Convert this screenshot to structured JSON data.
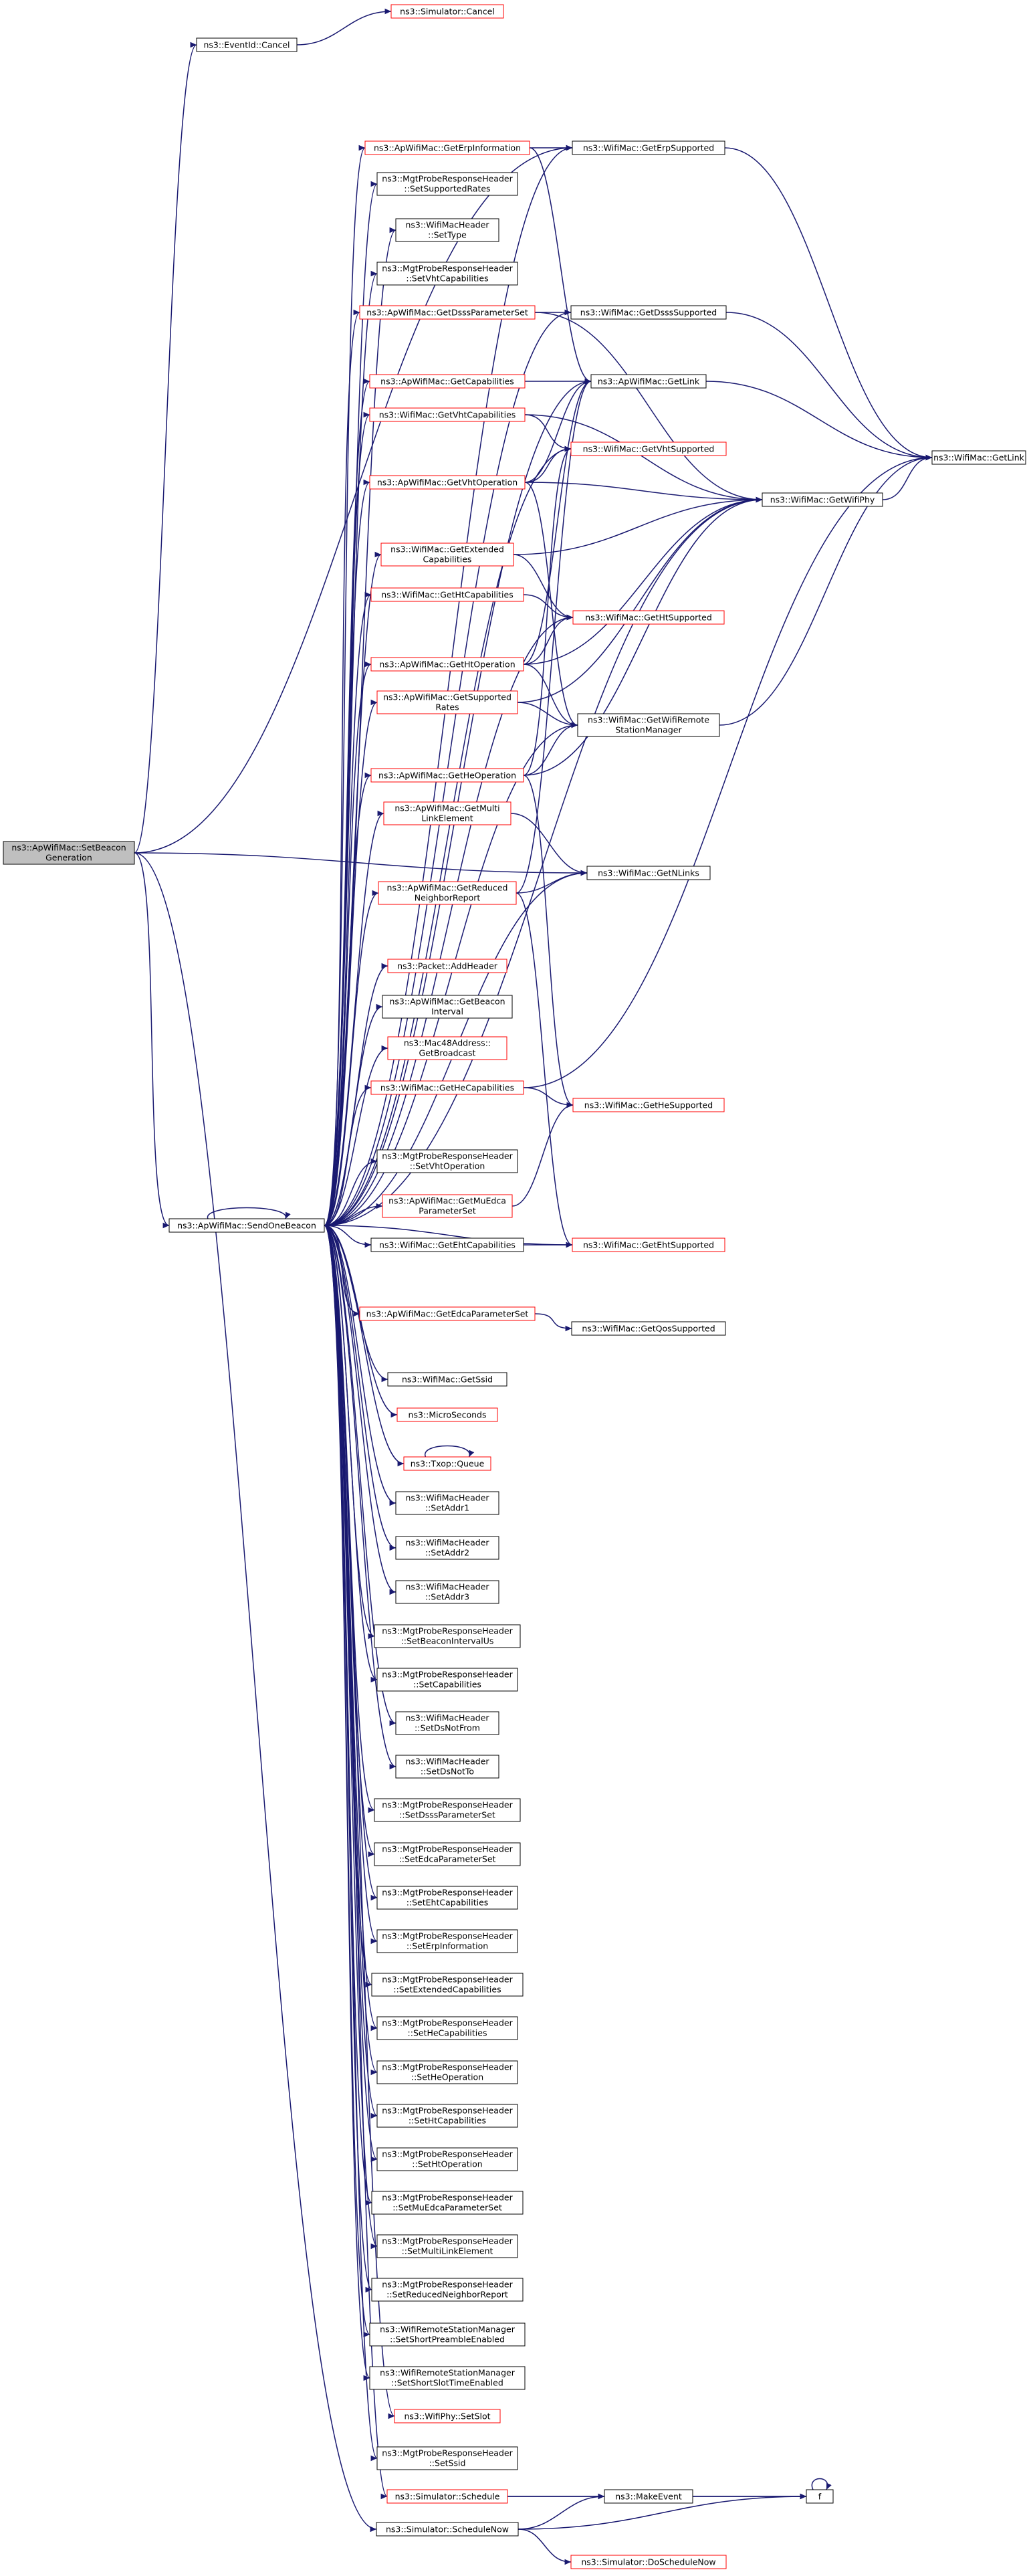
{
  "diagram": {
    "type": "call-graph",
    "colors": {
      "edge": "#191970",
      "node_border_normal": "#000000",
      "node_border_external": "#ff0000",
      "node_fill_normal": "#ffffff",
      "node_fill_root": "#bfbfbf"
    },
    "nodes": [
      {
        "id": "root",
        "lines": [
          "ns3::ApWifiMac::SetBeacon",
          "Generation"
        ],
        "style": "root"
      },
      {
        "id": "eventid_cancel",
        "lines": [
          "ns3::EventId::Cancel"
        ],
        "style": "normal"
      },
      {
        "id": "sim_cancel",
        "lines": [
          "ns3::Simulator::Cancel"
        ],
        "style": "external"
      },
      {
        "id": "send_one_beacon",
        "lines": [
          "ns3::ApWifiMac::SendOneBeacon"
        ],
        "style": "normal"
      },
      {
        "id": "get_erp_information",
        "lines": [
          "ns3::ApWifiMac::GetErpInformation"
        ],
        "style": "external"
      },
      {
        "id": "set_supported_rates",
        "lines": [
          "ns3::MgtProbeResponseHeader",
          "::SetSupportedRates"
        ],
        "style": "normal"
      },
      {
        "id": "settype",
        "lines": [
          "ns3::WifiMacHeader",
          "::SetType"
        ],
        "style": "normal"
      },
      {
        "id": "set_vht_capabilities",
        "lines": [
          "ns3::MgtProbeResponseHeader",
          "::SetVhtCapabilities"
        ],
        "style": "normal"
      },
      {
        "id": "get_dsss_parameter_set",
        "lines": [
          "ns3::ApWifiMac::GetDsssParameterSet"
        ],
        "style": "external"
      },
      {
        "id": "get_capabilities",
        "lines": [
          "ns3::ApWifiMac::GetCapabilities"
        ],
        "style": "external"
      },
      {
        "id": "get_vht_capabilities",
        "lines": [
          "ns3::WifiMac::GetVhtCapabilities"
        ],
        "style": "external"
      },
      {
        "id": "get_vht_operation",
        "lines": [
          "ns3::ApWifiMac::GetVhtOperation"
        ],
        "style": "external"
      },
      {
        "id": "get_extended_capabilities",
        "lines": [
          "ns3::WifiMac::GetExtended",
          "Capabilities"
        ],
        "style": "external"
      },
      {
        "id": "get_ht_capabilities",
        "lines": [
          "ns3::WifiMac::GetHtCapabilities"
        ],
        "style": "external"
      },
      {
        "id": "get_ht_operation",
        "lines": [
          "ns3::ApWifiMac::GetHtOperation"
        ],
        "style": "external"
      },
      {
        "id": "get_supported_rates",
        "lines": [
          "ns3::ApWifiMac::GetSupported",
          "Rates"
        ],
        "style": "external"
      },
      {
        "id": "get_he_operation",
        "lines": [
          "ns3::ApWifiMac::GetHeOperation"
        ],
        "style": "external"
      },
      {
        "id": "get_multi_link_element",
        "lines": [
          "ns3::ApWifiMac::GetMulti",
          "LinkElement"
        ],
        "style": "external"
      },
      {
        "id": "get_reduced_neighbor_report",
        "lines": [
          "ns3::ApWifiMac::GetReduced",
          "NeighborReport"
        ],
        "style": "external"
      },
      {
        "id": "packet_add_header",
        "lines": [
          "ns3::Packet::AddHeader"
        ],
        "style": "external"
      },
      {
        "id": "get_beacon_interval",
        "lines": [
          "ns3::ApWifiMac::GetBeacon",
          "Interval"
        ],
        "style": "normal"
      },
      {
        "id": "get_broadcast",
        "lines": [
          "ns3::Mac48Address::",
          "GetBroadcast"
        ],
        "style": "external"
      },
      {
        "id": "get_he_capabilities",
        "lines": [
          "ns3::WifiMac::GetHeCapabilities"
        ],
        "style": "external"
      },
      {
        "id": "set_vht_operation",
        "lines": [
          "ns3::MgtProbeResponseHeader",
          "::SetVhtOperation"
        ],
        "style": "normal"
      },
      {
        "id": "get_mu_edca_parameter_set",
        "lines": [
          "ns3::ApWifiMac::GetMuEdca",
          "ParameterSet"
        ],
        "style": "external"
      },
      {
        "id": "get_eht_capabilities",
        "lines": [
          "ns3::WifiMac::GetEhtCapabilities"
        ],
        "style": "normal"
      },
      {
        "id": "get_edca_parameter_set",
        "lines": [
          "ns3::ApWifiMac::GetEdcaParameterSet"
        ],
        "style": "external"
      },
      {
        "id": "get_ssid",
        "lines": [
          "ns3::WifiMac::GetSsid"
        ],
        "style": "normal"
      },
      {
        "id": "microseconds",
        "lines": [
          "ns3::MicroSeconds"
        ],
        "style": "external"
      },
      {
        "id": "txop_queue",
        "lines": [
          "ns3::Txop::Queue"
        ],
        "style": "external"
      },
      {
        "id": "set_addr1",
        "lines": [
          "ns3::WifiMacHeader",
          "::SetAddr1"
        ],
        "style": "normal"
      },
      {
        "id": "set_addr2",
        "lines": [
          "ns3::WifiMacHeader",
          "::SetAddr2"
        ],
        "style": "normal"
      },
      {
        "id": "set_addr3",
        "lines": [
          "ns3::WifiMacHeader",
          "::SetAddr3"
        ],
        "style": "normal"
      },
      {
        "id": "set_beacon_interval_us",
        "lines": [
          "ns3::MgtProbeResponseHeader",
          "::SetBeaconIntervalUs"
        ],
        "style": "normal"
      },
      {
        "id": "set_capabilities",
        "lines": [
          "ns3::MgtProbeResponseHeader",
          "::SetCapabilities"
        ],
        "style": "normal"
      },
      {
        "id": "set_ds_not_from",
        "lines": [
          "ns3::WifiMacHeader",
          "::SetDsNotFrom"
        ],
        "style": "normal"
      },
      {
        "id": "set_ds_not_to",
        "lines": [
          "ns3::WifiMacHeader",
          "::SetDsNotTo"
        ],
        "style": "normal"
      },
      {
        "id": "set_dsss_parameter_set",
        "lines": [
          "ns3::MgtProbeResponseHeader",
          "::SetDsssParameterSet"
        ],
        "style": "normal"
      },
      {
        "id": "set_edca_parameter_set",
        "lines": [
          "ns3::MgtProbeResponseHeader",
          "::SetEdcaParameterSet"
        ],
        "style": "normal"
      },
      {
        "id": "set_eht_capabilities",
        "lines": [
          "ns3::MgtProbeResponseHeader",
          "::SetEhtCapabilities"
        ],
        "style": "normal"
      },
      {
        "id": "set_erp_information",
        "lines": [
          "ns3::MgtProbeResponseHeader",
          "::SetErpInformation"
        ],
        "style": "normal"
      },
      {
        "id": "set_extended_capabilities",
        "lines": [
          "ns3::MgtProbeResponseHeader",
          "::SetExtendedCapabilities"
        ],
        "style": "normal"
      },
      {
        "id": "set_he_capabilities",
        "lines": [
          "ns3::MgtProbeResponseHeader",
          "::SetHeCapabilities"
        ],
        "style": "normal"
      },
      {
        "id": "set_he_operation",
        "lines": [
          "ns3::MgtProbeResponseHeader",
          "::SetHeOperation"
        ],
        "style": "normal"
      },
      {
        "id": "set_ht_capabilities",
        "lines": [
          "ns3::MgtProbeResponseHeader",
          "::SetHtCapabilities"
        ],
        "style": "normal"
      },
      {
        "id": "set_ht_operation",
        "lines": [
          "ns3::MgtProbeResponseHeader",
          "::SetHtOperation"
        ],
        "style": "normal"
      },
      {
        "id": "set_mu_edca_parameter_set",
        "lines": [
          "ns3::MgtProbeResponseHeader",
          "::SetMuEdcaParameterSet"
        ],
        "style": "normal"
      },
      {
        "id": "set_multi_link_element",
        "lines": [
          "ns3::MgtProbeResponseHeader",
          "::SetMultiLinkElement"
        ],
        "style": "normal"
      },
      {
        "id": "set_reduced_neighbor_report",
        "lines": [
          "ns3::MgtProbeResponseHeader",
          "::SetReducedNeighborReport"
        ],
        "style": "normal"
      },
      {
        "id": "set_short_preamble_enabled",
        "lines": [
          "ns3::WifiRemoteStationManager",
          "::SetShortPreambleEnabled"
        ],
        "style": "normal"
      },
      {
        "id": "set_short_slot_time_enabled",
        "lines": [
          "ns3::WifiRemoteStationManager",
          "::SetShortSlotTimeEnabled"
        ],
        "style": "normal"
      },
      {
        "id": "wifiphy_setslot",
        "lines": [
          "ns3::WifiPhy::SetSlot"
        ],
        "style": "external"
      },
      {
        "id": "set_ssid",
        "lines": [
          "ns3::MgtProbeResponseHeader",
          "::SetSsid"
        ],
        "style": "normal"
      },
      {
        "id": "sim_schedule",
        "lines": [
          "ns3::Simulator::Schedule"
        ],
        "style": "external"
      },
      {
        "id": "sim_schedule_now",
        "lines": [
          "ns3::Simulator::ScheduleNow"
        ],
        "style": "normal"
      },
      {
        "id": "get_erp_supported",
        "lines": [
          "ns3::WifiMac::GetErpSupported"
        ],
        "style": "normal"
      },
      {
        "id": "get_dsss_supported",
        "lines": [
          "ns3::WifiMac::GetDsssSupported"
        ],
        "style": "normal"
      },
      {
        "id": "apwifimac_getlink",
        "lines": [
          "ns3::ApWifiMac::GetLink"
        ],
        "style": "normal"
      },
      {
        "id": "get_vht_supported",
        "lines": [
          "ns3::WifiMac::GetVhtSupported"
        ],
        "style": "external"
      },
      {
        "id": "get_ht_supported",
        "lines": [
          "ns3::WifiMac::GetHtSupported"
        ],
        "style": "external"
      },
      {
        "id": "get_wifi_remote_station_manager",
        "lines": [
          "ns3::WifiMac::GetWifiRemote",
          "StationManager"
        ],
        "style": "normal"
      },
      {
        "id": "get_nlinks",
        "lines": [
          "ns3::WifiMac::GetNLinks"
        ],
        "style": "normal"
      },
      {
        "id": "get_he_supported",
        "lines": [
          "ns3::WifiMac::GetHeSupported"
        ],
        "style": "external"
      },
      {
        "id": "get_eht_supported",
        "lines": [
          "ns3::WifiMac::GetEhtSupported"
        ],
        "style": "external"
      },
      {
        "id": "get_qos_supported",
        "lines": [
          "ns3::WifiMac::GetQosSupported"
        ],
        "style": "normal"
      },
      {
        "id": "make_event",
        "lines": [
          "ns3::MakeEvent"
        ],
        "style": "normal"
      },
      {
        "id": "sim_do_schedule_now",
        "lines": [
          "ns3::Simulator::DoScheduleNow"
        ],
        "style": "external"
      },
      {
        "id": "get_wifi_phy",
        "lines": [
          "ns3::WifiMac::GetWifiPhy"
        ],
        "style": "normal"
      },
      {
        "id": "wifimac_getlink",
        "lines": [
          "ns3::WifiMac::GetLink"
        ],
        "style": "normal"
      },
      {
        "id": "f",
        "lines": [
          "f"
        ],
        "style": "normal"
      }
    ],
    "edges": [
      [
        "root",
        "eventid_cancel"
      ],
      [
        "eventid_cancel",
        "sim_cancel"
      ],
      [
        "root",
        "send_one_beacon"
      ],
      [
        "root",
        "get_erp_supported"
      ],
      [
        "root",
        "get_nlinks"
      ],
      [
        "root",
        "sim_schedule_now"
      ],
      [
        "send_one_beacon",
        "send_one_beacon"
      ],
      [
        "send_one_beacon",
        "get_erp_information"
      ],
      [
        "send_one_beacon",
        "set_supported_rates"
      ],
      [
        "send_one_beacon",
        "settype"
      ],
      [
        "send_one_beacon",
        "set_vht_capabilities"
      ],
      [
        "send_one_beacon",
        "get_dsss_parameter_set"
      ],
      [
        "send_one_beacon",
        "get_capabilities"
      ],
      [
        "send_one_beacon",
        "get_vht_capabilities"
      ],
      [
        "send_one_beacon",
        "get_vht_operation"
      ],
      [
        "send_one_beacon",
        "get_extended_capabilities"
      ],
      [
        "send_one_beacon",
        "get_ht_capabilities"
      ],
      [
        "send_one_beacon",
        "get_ht_operation"
      ],
      [
        "send_one_beacon",
        "get_supported_rates"
      ],
      [
        "send_one_beacon",
        "get_he_operation"
      ],
      [
        "send_one_beacon",
        "get_multi_link_element"
      ],
      [
        "send_one_beacon",
        "get_reduced_neighbor_report"
      ],
      [
        "send_one_beacon",
        "packet_add_header"
      ],
      [
        "send_one_beacon",
        "get_beacon_interval"
      ],
      [
        "send_one_beacon",
        "get_broadcast"
      ],
      [
        "send_one_beacon",
        "get_he_capabilities"
      ],
      [
        "send_one_beacon",
        "set_vht_operation"
      ],
      [
        "send_one_beacon",
        "get_mu_edca_parameter_set"
      ],
      [
        "send_one_beacon",
        "get_eht_capabilities"
      ],
      [
        "send_one_beacon",
        "get_edca_parameter_set"
      ],
      [
        "send_one_beacon",
        "get_ssid"
      ],
      [
        "send_one_beacon",
        "microseconds"
      ],
      [
        "send_one_beacon",
        "txop_queue"
      ],
      [
        "send_one_beacon",
        "set_addr1"
      ],
      [
        "send_one_beacon",
        "set_addr2"
      ],
      [
        "send_one_beacon",
        "set_addr3"
      ],
      [
        "send_one_beacon",
        "set_beacon_interval_us"
      ],
      [
        "send_one_beacon",
        "set_capabilities"
      ],
      [
        "send_one_beacon",
        "set_ds_not_from"
      ],
      [
        "send_one_beacon",
        "set_ds_not_to"
      ],
      [
        "send_one_beacon",
        "set_dsss_parameter_set"
      ],
      [
        "send_one_beacon",
        "set_edca_parameter_set"
      ],
      [
        "send_one_beacon",
        "set_eht_capabilities"
      ],
      [
        "send_one_beacon",
        "set_erp_information"
      ],
      [
        "send_one_beacon",
        "set_extended_capabilities"
      ],
      [
        "send_one_beacon",
        "set_he_capabilities"
      ],
      [
        "send_one_beacon",
        "set_he_operation"
      ],
      [
        "send_one_beacon",
        "set_ht_capabilities"
      ],
      [
        "send_one_beacon",
        "set_ht_operation"
      ],
      [
        "send_one_beacon",
        "set_mu_edca_parameter_set"
      ],
      [
        "send_one_beacon",
        "set_multi_link_element"
      ],
      [
        "send_one_beacon",
        "set_reduced_neighbor_report"
      ],
      [
        "send_one_beacon",
        "set_short_preamble_enabled"
      ],
      [
        "send_one_beacon",
        "set_short_slot_time_enabled"
      ],
      [
        "send_one_beacon",
        "wifiphy_setslot"
      ],
      [
        "send_one_beacon",
        "set_ssid"
      ],
      [
        "send_one_beacon",
        "sim_schedule"
      ],
      [
        "send_one_beacon",
        "get_erp_supported"
      ],
      [
        "send_one_beacon",
        "get_dsss_supported"
      ],
      [
        "send_one_beacon",
        "apwifimac_getlink"
      ],
      [
        "send_one_beacon",
        "get_vht_supported"
      ],
      [
        "send_one_beacon",
        "get_ht_supported"
      ],
      [
        "send_one_beacon",
        "get_wifi_phy"
      ],
      [
        "send_one_beacon",
        "get_wifi_remote_station_manager"
      ],
      [
        "send_one_beacon",
        "get_nlinks"
      ],
      [
        "send_one_beacon",
        "get_eht_supported"
      ],
      [
        "get_erp_information",
        "get_erp_supported"
      ],
      [
        "get_erp_information",
        "apwifimac_getlink"
      ],
      [
        "get_dsss_parameter_set",
        "get_dsss_supported"
      ],
      [
        "get_dsss_parameter_set",
        "get_wifi_phy"
      ],
      [
        "get_capabilities",
        "apwifimac_getlink"
      ],
      [
        "get_vht_capabilities",
        "get_vht_supported"
      ],
      [
        "get_vht_capabilities",
        "get_wifi_phy"
      ],
      [
        "get_vht_operation",
        "apwifimac_getlink"
      ],
      [
        "get_vht_operation",
        "get_vht_supported"
      ],
      [
        "get_vht_operation",
        "get_wifi_phy"
      ],
      [
        "get_vht_operation",
        "get_wifi_remote_station_manager"
      ],
      [
        "get_extended_capabilities",
        "get_ht_supported"
      ],
      [
        "get_extended_capabilities",
        "get_wifi_phy"
      ],
      [
        "get_ht_capabilities",
        "get_ht_supported"
      ],
      [
        "get_ht_operation",
        "apwifimac_getlink"
      ],
      [
        "get_ht_operation",
        "get_ht_supported"
      ],
      [
        "get_ht_operation",
        "get_wifi_phy"
      ],
      [
        "get_ht_operation",
        "get_wifi_remote_station_manager"
      ],
      [
        "get_supported_rates",
        "get_wifi_phy"
      ],
      [
        "get_supported_rates",
        "get_wifi_remote_station_manager"
      ],
      [
        "get_he_operation",
        "get_vht_supported"
      ],
      [
        "get_he_operation",
        "get_wifi_phy"
      ],
      [
        "get_he_operation",
        "get_wifi_remote_station_manager"
      ],
      [
        "get_he_operation",
        "get_he_supported"
      ],
      [
        "get_multi_link_element",
        "get_nlinks"
      ],
      [
        "get_reduced_neighbor_report",
        "apwifimac_getlink"
      ],
      [
        "get_reduced_neighbor_report",
        "get_nlinks"
      ],
      [
        "get_reduced_neighbor_report",
        "get_eht_supported"
      ],
      [
        "get_he_capabilities",
        "get_he_supported"
      ],
      [
        "get_he_capabilities",
        "wifimac_getlink"
      ],
      [
        "get_mu_edca_parameter_set",
        "get_he_supported"
      ],
      [
        "get_eht_capabilities",
        "get_eht_supported"
      ],
      [
        "get_edca_parameter_set",
        "get_qos_supported"
      ],
      [
        "txop_queue",
        "txop_queue"
      ],
      [
        "sim_schedule",
        "make_event"
      ],
      [
        "sim_schedule",
        "f"
      ],
      [
        "sim_schedule_now",
        "make_event"
      ],
      [
        "sim_schedule_now",
        "f"
      ],
      [
        "sim_schedule_now",
        "sim_do_schedule_now"
      ],
      [
        "make_event",
        "f"
      ],
      [
        "f",
        "f"
      ],
      [
        "get_erp_supported",
        "wifimac_getlink"
      ],
      [
        "get_dsss_supported",
        "wifimac_getlink"
      ],
      [
        "apwifimac_getlink",
        "wifimac_getlink"
      ],
      [
        "get_wifi_phy",
        "wifimac_getlink"
      ],
      [
        "get_wifi_remote_station_manager",
        "wifimac_getlink"
      ]
    ]
  }
}
